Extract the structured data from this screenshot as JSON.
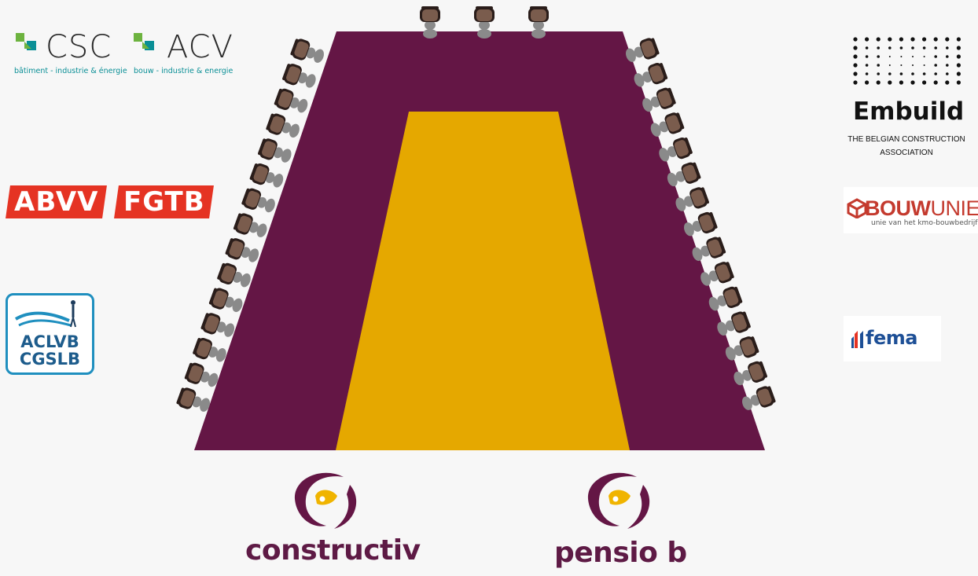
{
  "colors": {
    "background": "#f7f7f7",
    "table_outer": "#641645",
    "table_inner": "#e5a800",
    "chair_back": "#2a1d1a",
    "chair_seat": "#7a5c4d",
    "person": "#8a8a8a",
    "brand_red": "#e53323",
    "brand_teal": "#0a8f96",
    "brand_green": "#6db33f",
    "plum": "#5e1a45",
    "gold": "#f0b400"
  },
  "seating": {
    "top_seats": 3,
    "left_seats": 15,
    "right_seats": 15
  },
  "logos": {
    "csc": {
      "name": "CSC",
      "tagline": "bâtiment - industrie & énergie"
    },
    "acv": {
      "name": "ACV",
      "tagline": "bouw - industrie & energie"
    },
    "abvv": {
      "name": "ABVV"
    },
    "fgtb": {
      "name": "FGTB"
    },
    "aclvb": {
      "line1": "ACLVB",
      "line2": "CGSLB"
    },
    "embuild": {
      "name": "Embuild",
      "tagline_line1": "THE BELGIAN CONSTRUCTION",
      "tagline_line2": "ASSOCIATION"
    },
    "bouwunie": {
      "name_bold": "BOUW",
      "name_light": "UNIE",
      "tagline": "unie van het kmo-bouwbedrijf"
    },
    "fema": {
      "name": "fema"
    },
    "constructiv": {
      "name": "constructiv"
    },
    "pensiob": {
      "name": "pensio b"
    }
  }
}
